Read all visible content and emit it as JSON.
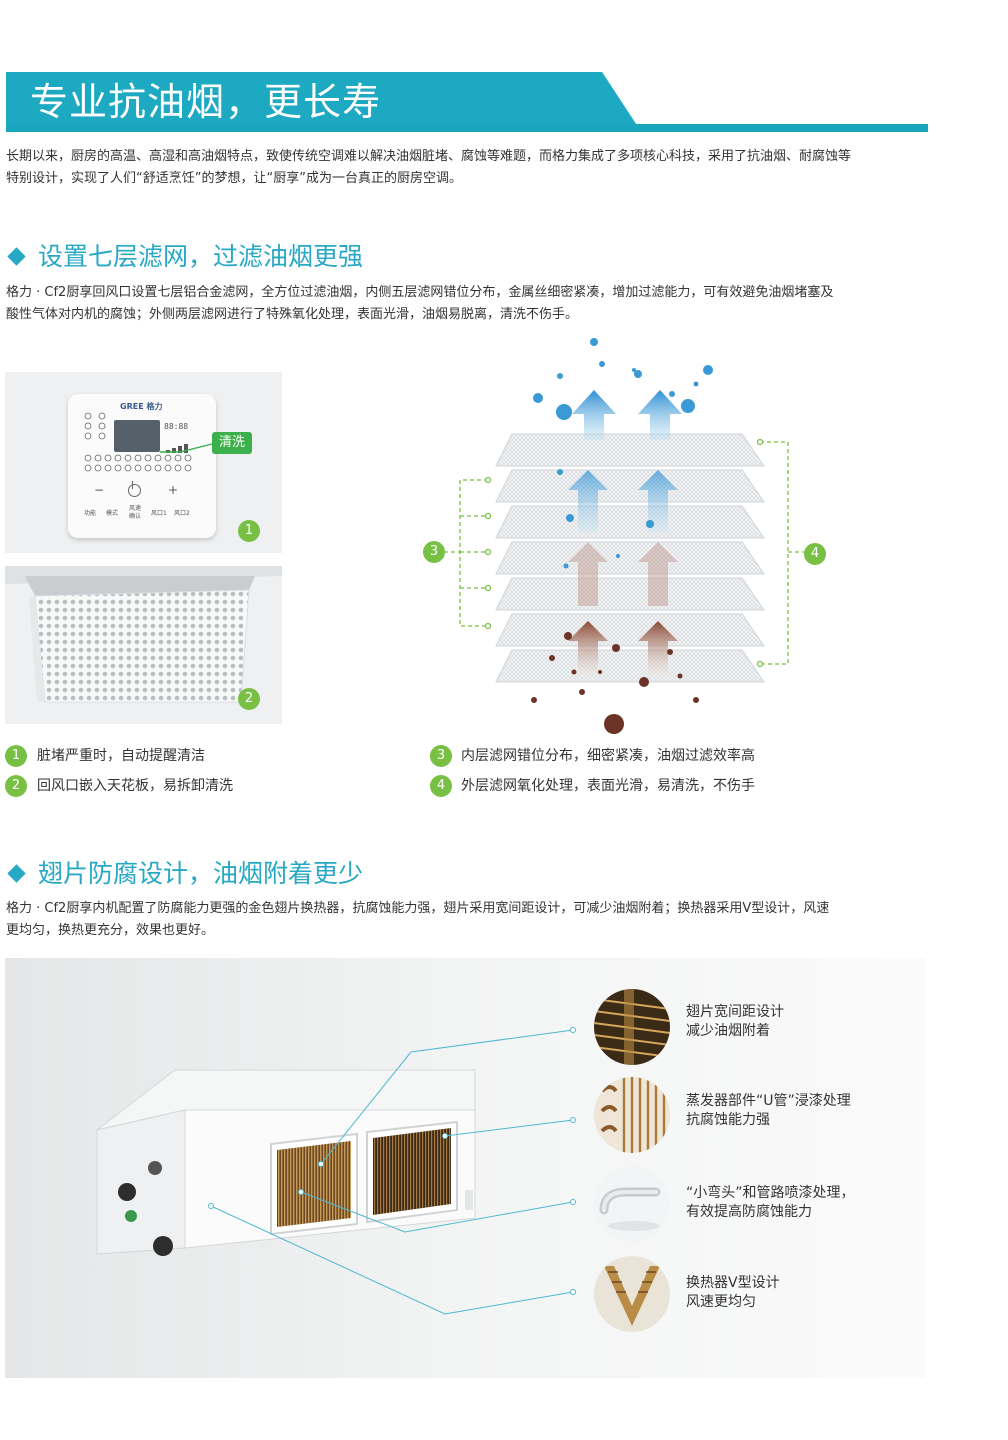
{
  "banner": {
    "title": "专业抗油烟，更长寿"
  },
  "intro": {
    "line1": "长期以来，厨房的高温、高湿和高油烟特点，致使传统空调难以解决油烟脏堵、腐蚀等难题，而格力集成了多项核心科技，采用了抗油烟、耐腐蚀等",
    "line2": "特别设计，实现了人们“舒适烹饪”的梦想，让“厨享”成为一台真正的厨房空调。"
  },
  "section1": {
    "title": "设置七层滤网，过滤油烟更强",
    "line1": "格力 · Cf2厨享回风口设置七层铝合金滤网，全方位过滤油烟，内侧五层滤网错位分布，金属丝细密紧凑，增加过滤能力，可有效避免油烟堵塞及",
    "line2": "酸性气体对内机的腐蚀；外侧两层滤网进行了特殊氧化处理，表面光滑，油烟易脱离，清洗不伤手。"
  },
  "remote": {
    "logo": "GREE 格力",
    "tag": "清洗",
    "minus": "−",
    "plus": "+",
    "buttons": [
      "功能",
      "模式",
      "风速",
      "风口1",
      "风口2"
    ],
    "confirm": "确认",
    "lcd_digits": "88:88"
  },
  "badges": {
    "b1": "1",
    "b2": "2",
    "b3": "3",
    "b4": "4"
  },
  "legend": [
    {
      "num": "1",
      "text": "脏堵严重时，自动提醒清洁"
    },
    {
      "num": "2",
      "text": "回风口嵌入天花板，易拆卸清洗"
    },
    {
      "num": "3",
      "text": "内层滤网错位分布，细密紧凑，油烟过滤效率高"
    },
    {
      "num": "4",
      "text": "外层滤网氧化处理，表面光滑，易清洗，不伤手"
    }
  ],
  "section2": {
    "title": "翅片防腐设计，油烟附着更少",
    "line1": "格力 · Cf2厨享内机配置了防腐能力更强的金色翅片换热器，抗腐蚀能力强，翅片采用宽间距设计，可减少油烟附着；换热器采用V型设计，风速",
    "line2": "更均匀，换热更充分，效果也更好。"
  },
  "features": [
    {
      "line1": "翅片宽间距设计",
      "line2": "减少油烟附着"
    },
    {
      "line1": "蒸发器部件“U管”浸漆处理",
      "line2": "抗腐蚀能力强"
    },
    {
      "line1": "“小弯头”和管路喷漆处理，",
      "line2": "有效提高防腐蚀能力"
    },
    {
      "line1": "换热器V型设计",
      "line2": "风速更均匀"
    }
  ],
  "colors": {
    "accent": "#27a8c4",
    "banner": "#1aa6bf",
    "badge": "#78c043",
    "tag": "#3cb04a"
  }
}
